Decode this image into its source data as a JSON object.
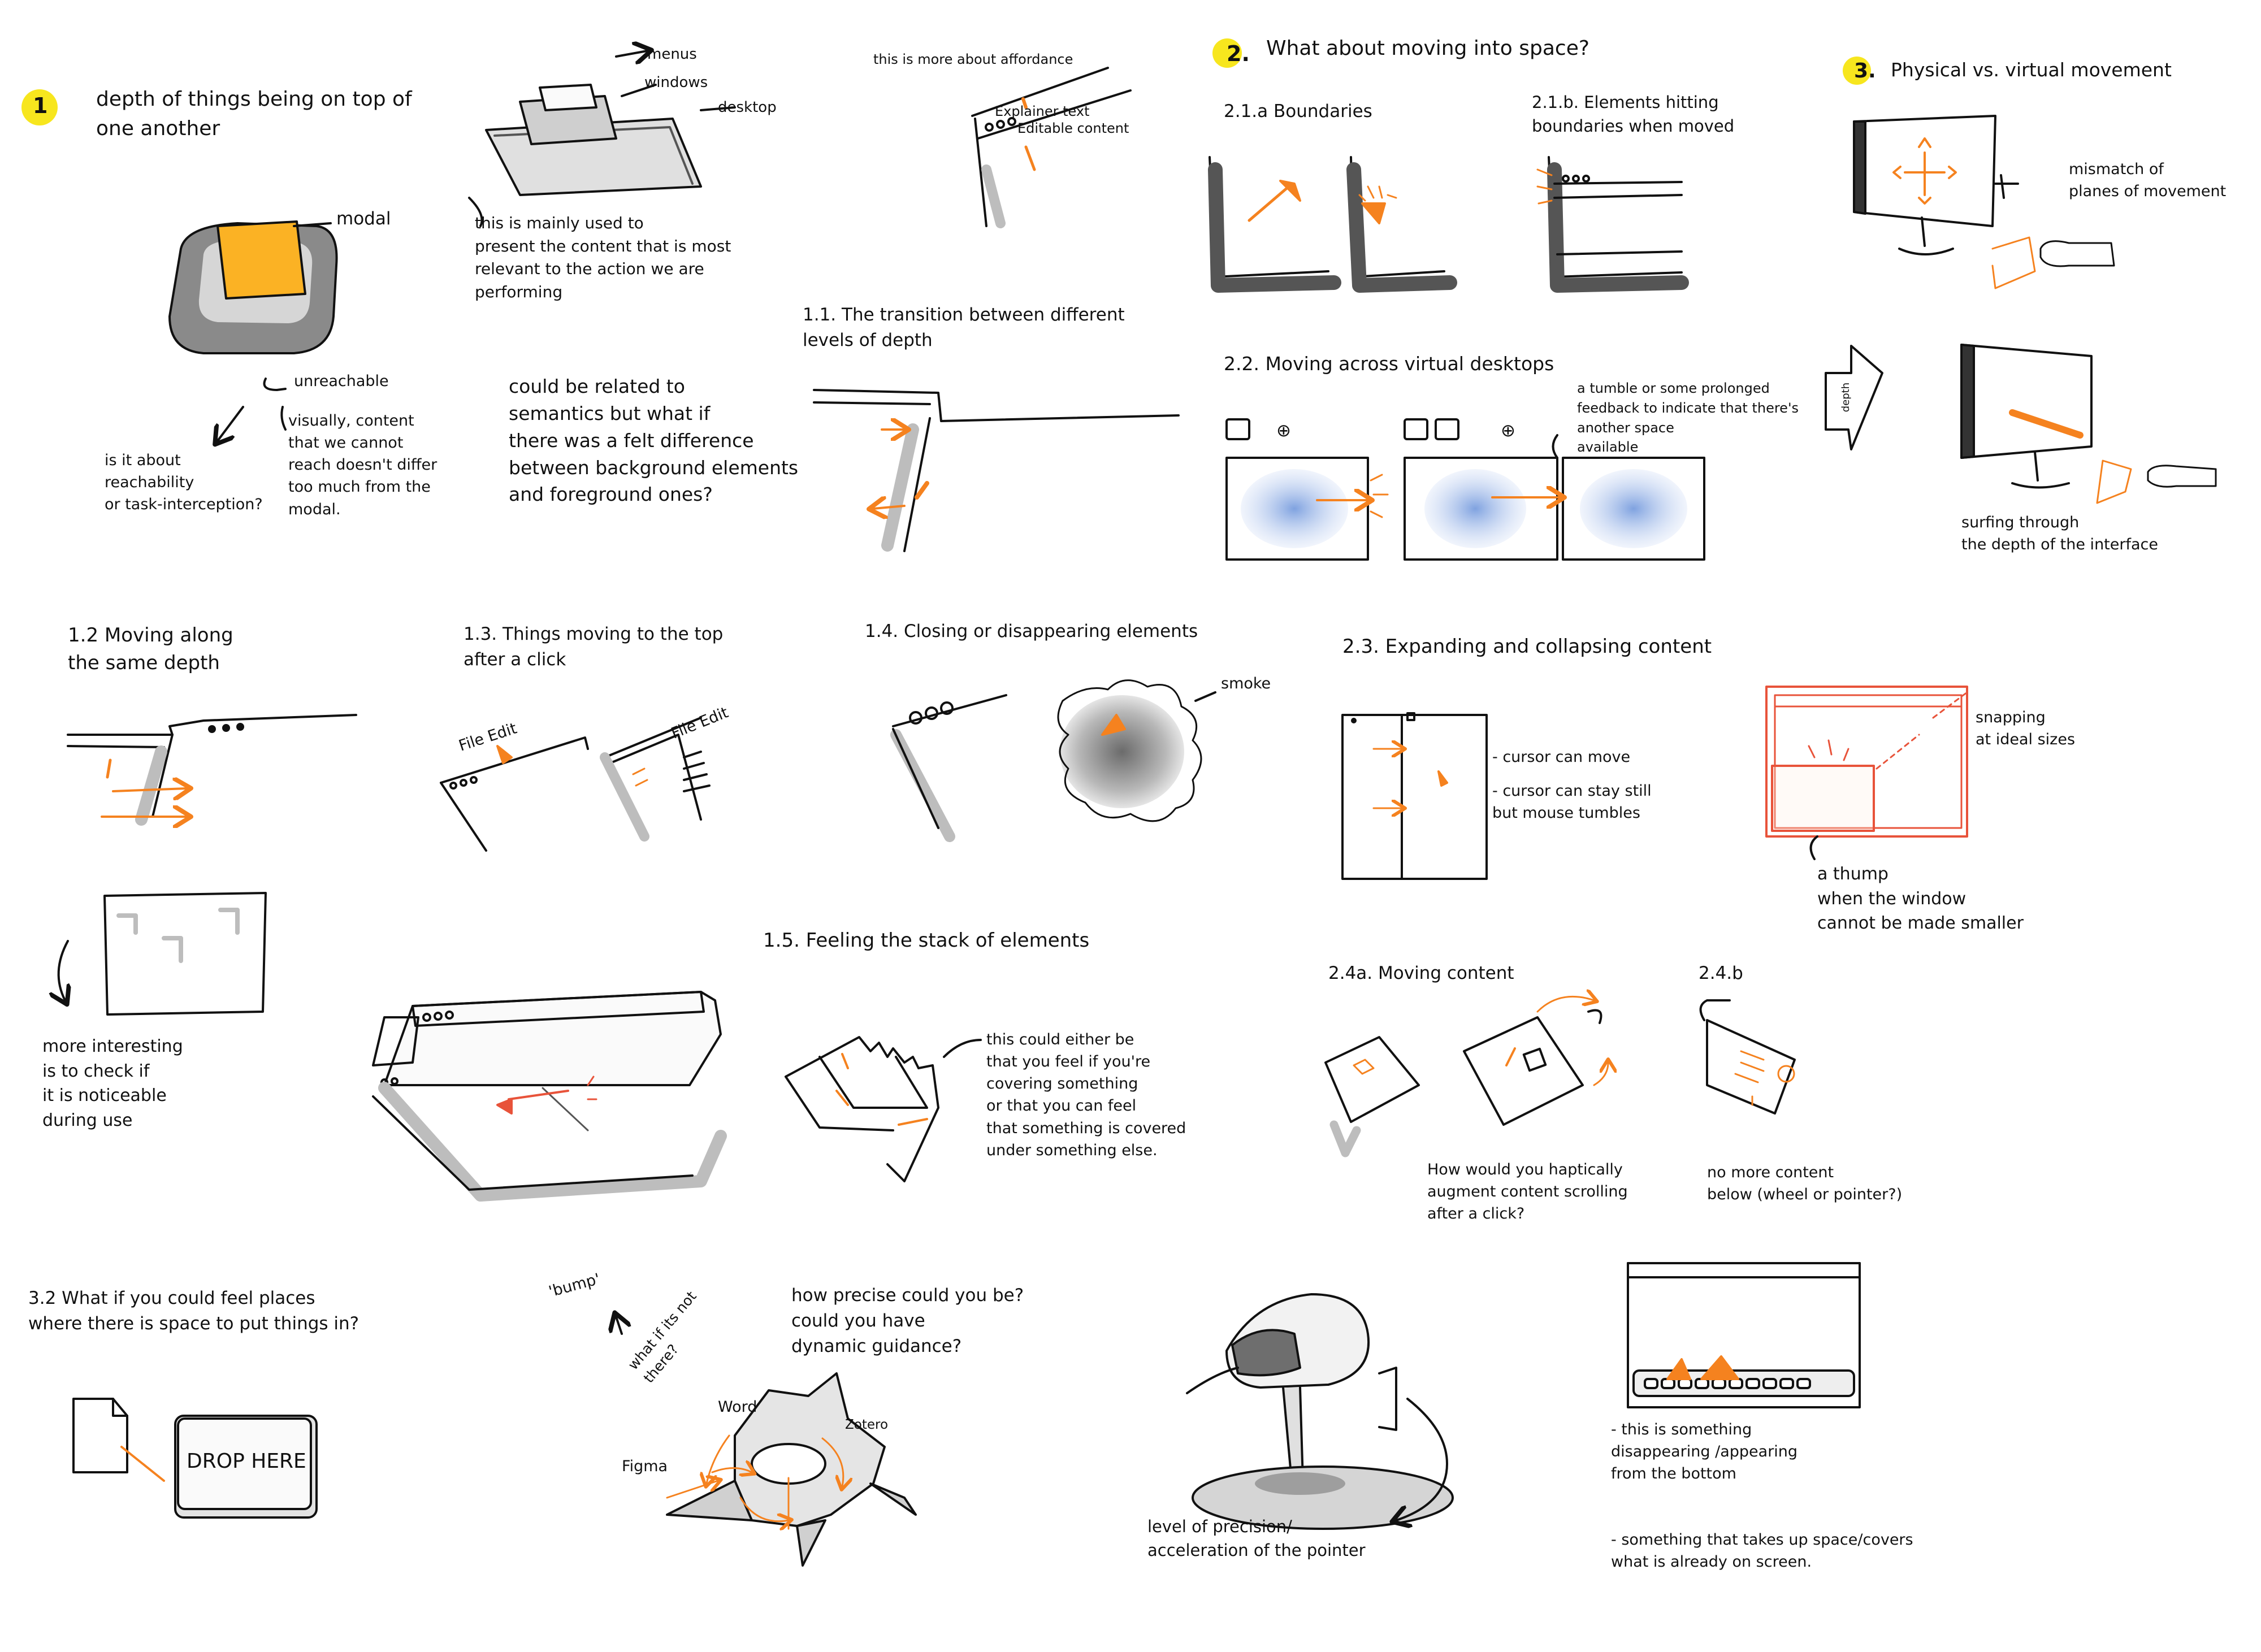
{
  "palette": {
    "accent": "#f5821f",
    "accent_fill": "#fbb224",
    "badge": "#f7e61e",
    "ink": "#111111",
    "shadow": "#bdbdbd",
    "blue": "#9bb6e6",
    "red_sketch": "#e8533a"
  },
  "section1": {
    "number": "1",
    "heading": "depth of things being on top of\none another",
    "labels": {
      "modal": "modal",
      "menus": "menus",
      "windows": "windows",
      "desktop": "desktop",
      "unreachable": "unreachable",
      "affordance": "this is more about affordance",
      "explainer": "Explainer text",
      "editable": "Editable content"
    },
    "note_reachability": "is it about\nreachability\nor task-interception?",
    "note_visually": "visually, content\nthat we cannot\nreach doesn't differ\ntoo much from the\nmodal.",
    "note_mainly": "this is mainly used to\npresent the content that is most\nrelevant to the action we are\nperforming",
    "note_semantics": "could be related to\nsemantics but what if\nthere was a felt difference\nbetween background elements\nand foreground ones?"
  },
  "s1_1": {
    "heading": "1.1. The transition between different\nlevels of depth"
  },
  "s1_2": {
    "heading": "1.2 Moving along\nthe same depth",
    "note": "more interesting\nis to check if\nit is noticeable\nduring use"
  },
  "s1_3": {
    "heading": "1.3. Things moving to the top\nafter a click",
    "file_edit": "File Edit",
    "file_edit_2": "File Edit"
  },
  "s1_4": {
    "heading": "1.4. Closing or disappearing elements",
    "smoke": "smoke"
  },
  "s1_5": {
    "heading": "1.5. Feeling the stack of elements",
    "note": "this could either be\nthat you feel if you're\ncovering something\nor that you can feel\nthat something is covered\nunder something else."
  },
  "section2": {
    "number": "2.",
    "heading": "What about moving into space?"
  },
  "s2_1a": {
    "heading": "2.1.a Boundaries"
  },
  "s2_1b": {
    "heading": "2.1.b. Elements hitting\nboundaries when moved"
  },
  "s2_2": {
    "heading": "2.2. Moving across virtual desktops",
    "plus": "⊕",
    "note": "a tumble or some prolonged\nfeedback to indicate that there's\nanother space\navailable"
  },
  "s2_3": {
    "heading": "2.3. Expanding and collapsing content",
    "cursor_move": "- cursor can move",
    "cursor_still": "- cursor can stay still\nbut mouse tumbles",
    "snapping": "snapping\nat ideal sizes",
    "thump": "a thump\nwhen the window\ncannot be made smaller"
  },
  "s2_4a": {
    "heading": "2.4a. Moving content",
    "question": "How would you haptically\naugment content scrolling\nafter a click?"
  },
  "s2_4b": {
    "heading": "2.4.b",
    "note": "no more content\nbelow (wheel or pointer?)"
  },
  "section3": {
    "number": "3.",
    "heading": "Physical vs. virtual movement",
    "mismatch": "mismatch of\nplanes of movement",
    "surfing": "surfing through\nthe depth of the interface",
    "depth_label": "depth"
  },
  "s3_2": {
    "heading": "3.2 What if you could feel places\nwhere there is space to put things in?",
    "drop": "DROP HERE"
  },
  "wheel": {
    "bump": "'bump'",
    "not_there": "what if its not\nthere?",
    "precise": "how precise could you be?\ncould you have\ndynamic guidance?",
    "word": "Word",
    "zotero": "Zotero",
    "figma": "Figma"
  },
  "pointer": {
    "note": "level of precision/\nacceleration of the pointer"
  },
  "dock": {
    "note1": "- this is something\ndisappearing /appearing\nfrom the bottom",
    "note2": "- something that takes up space/covers\nwhat is already on screen."
  }
}
